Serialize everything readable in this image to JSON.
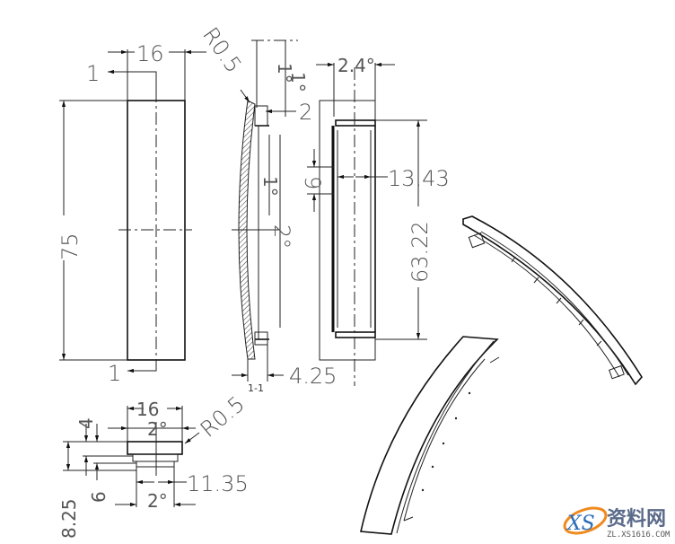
{
  "drawing": {
    "front_view": {
      "width_dim": "16",
      "height_dim": "75",
      "section_mark_top": "1",
      "section_mark_bottom": "1"
    },
    "section_view": {
      "radius_dim": "R0.5",
      "angle_1a": "1°",
      "angle_1b": "1°",
      "depth_dim": "2",
      "angle_1c": "1°",
      "angle_2": "2°",
      "thickness_dim": "4.25",
      "section_label": "1-1"
    },
    "rear_view": {
      "top_angle": "2.4°",
      "clip_dim": "9",
      "inner_width_dim": "13.43",
      "inner_height_dim": "63.22"
    },
    "end_view": {
      "width_dim": "16",
      "angle_top": "2°",
      "radius_dim": "R0.5",
      "dim_4": "4",
      "dim_6": "6",
      "dim_8_25": "8.25",
      "dim_11_35": "11.35",
      "angle_bottom": "2°"
    },
    "isometric_views": {
      "count": 2
    }
  },
  "watermark": {
    "logo_text": "XS",
    "brand_cn": "资料网",
    "url": "ZL.XS1616.COM"
  },
  "colors": {
    "line": "#222222",
    "dim_text": "#555555",
    "logo_orange": "#f08a1e",
    "logo_blue": "#2a6cb8"
  }
}
